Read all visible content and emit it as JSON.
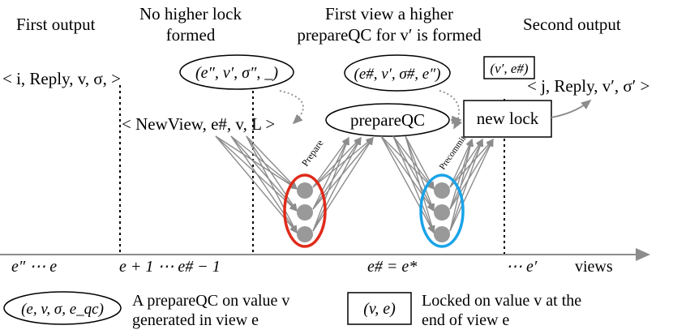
{
  "headers": {
    "first_output": "First output",
    "no_higher_lock_line1": "No higher lock",
    "no_higher_lock_line2": "formed",
    "first_view_line1": "First view a higher",
    "first_view_line2": "prepareQC for v′ is formed",
    "second_output": "Second output"
  },
  "messages": {
    "reply_first": "< i, Reply, v, σ, >",
    "newview": "< NewView, e#, v, L >",
    "reply_second": "< j, Reply, v′, σ′ >"
  },
  "boxes": {
    "qc_old": "(e″, v′, σ″, _)",
    "qc_new": "(e#, v′, σ#, e″)",
    "prepareqc": "prepareQC",
    "lock_tuple": "(v′, e#)",
    "new_lock": "new lock"
  },
  "phases": {
    "prepare": "Prepare",
    "precommit": "Precommit"
  },
  "timeline": {
    "t0": "e″ ⋯   e",
    "t1": "e + 1  ⋯   e# − 1",
    "t2": "e# = e*",
    "t3": "⋯     e′",
    "axis_label": "views"
  },
  "legend": {
    "qc_symbol": "(e, v, σ, e_qc)",
    "qc_line1": "A prepareQC on value v",
    "qc_line2": "generated in view e",
    "lock_symbol": "(v, e)",
    "lock_line1": "Locked on value v at the",
    "lock_line2": "end of view e"
  },
  "colors": {
    "red_group": "#e02a1a",
    "blue_group": "#1aa3e8",
    "node": "#999999",
    "arrow_gray": "#8c8c8c",
    "axis": "#8c8c8c"
  }
}
